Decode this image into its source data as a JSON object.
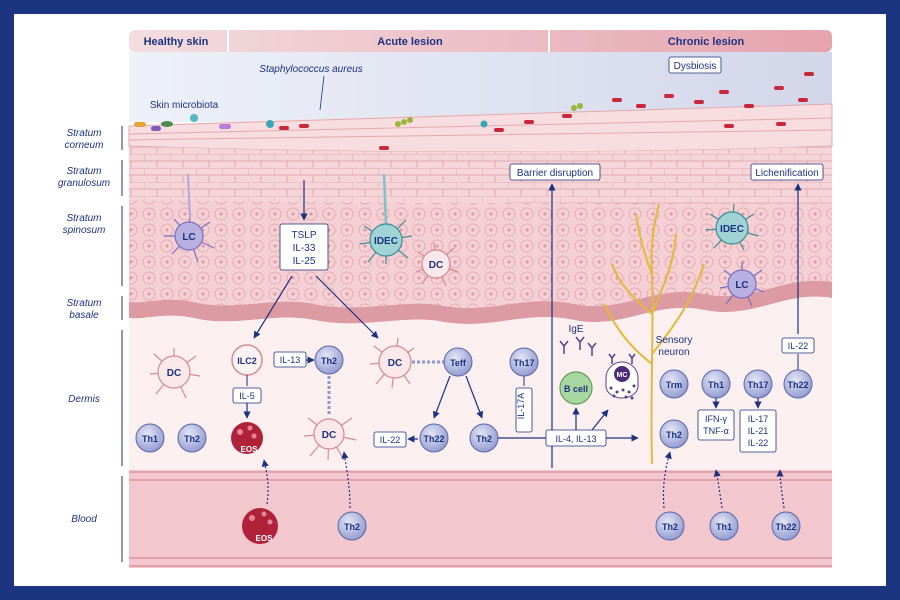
{
  "header": {
    "phases": [
      "Healthy skin",
      "Acute lesion",
      "Chronic lesion"
    ]
  },
  "layers": {
    "corneum_1": "Stratum",
    "corneum_2": "corneum",
    "granulosum_1": "Stratum",
    "granulosum_2": "granulosum",
    "spinosum_1": "Stratum",
    "spinosum_2": "spinosum",
    "basale_1": "Stratum",
    "basale_2": "basale",
    "dermis": "Dermis",
    "blood": "Blood"
  },
  "labels": {
    "s_aureus": "Staphylococcus aureus",
    "skin_microbiota": "Skin microbiota",
    "dysbiosis": "Dysbiosis",
    "barrier_disruption": "Barrier disruption",
    "lichenification": "Lichenification",
    "sensory_neuron_1": "Sensory",
    "sensory_neuron_2": "neuron",
    "ige": "IgE"
  },
  "boxes": {
    "tslp_1": "TSLP",
    "tslp_2": "IL-33",
    "tslp_3": "IL-25",
    "il13": "IL-13",
    "il5": "IL-5",
    "il22_left": "IL-22",
    "il17a": "IL-17A",
    "il4_il13": "IL-4, IL-13",
    "ifn_1": "IFN-γ",
    "ifn_2": "TNF-α",
    "il17_1": "IL-17",
    "il17_2": "IL-21",
    "il17_3": "IL-22",
    "il22_right": "IL-22"
  },
  "cells": {
    "lc": "LC",
    "idec": "IDEC",
    "dc": "DC",
    "ilc2": "ILC2",
    "th1": "Th1",
    "th2": "Th2",
    "th17": "Th17",
    "th22": "Th22",
    "teff": "Teff",
    "trm": "Trm",
    "eos": "EOS",
    "bcell": "B cell",
    "mc": "MC"
  },
  "colors": {
    "frame": "#1c3380",
    "header_left": "#f3dde0",
    "header_right": "#e5a3ad",
    "skin": "#f6d5d8",
    "cell_border": "#e3a9b0",
    "dermis": "#fbeff0",
    "blood": "#f2c7cd",
    "lymphocyte": "#8e98cf",
    "dc": "#fae8ea",
    "idec": "#9fd3d6",
    "lc": "#b8b0e0",
    "nerve": "#e2b93b",
    "arrow": "#1c3380"
  }
}
